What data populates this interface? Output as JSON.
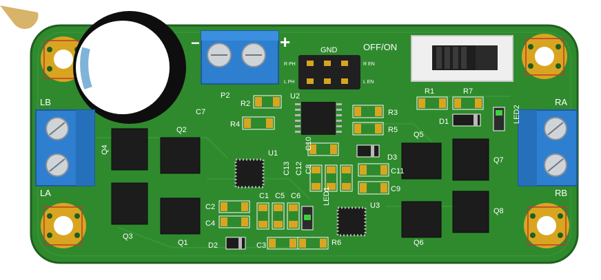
{
  "board": {
    "colors": {
      "pcb": "#2f8a2e",
      "pcb_dark": "#246f24",
      "pcb_edge": "#1f5f1f",
      "copper_gold": "#d9a520",
      "terminal_blue": "#2f7fd0",
      "ic_black": "#1c1c1c",
      "smd_pad": "#b8b8b8",
      "led_green": "#3cd23c"
    }
  },
  "labels": {
    "lb": "LB",
    "la": "LA",
    "ra": "RA",
    "rb": "RB",
    "minus": "−",
    "plus": "+",
    "gnd": "GND",
    "off_on": "OFF/ON",
    "p2": "P2",
    "u2": "U2",
    "u1": "U1",
    "u3": "U3",
    "c7": "C7",
    "r1": "R1",
    "r2": "R2",
    "r3": "R3",
    "r4": "R4",
    "r5": "R5",
    "r6": "R6",
    "r7": "R7",
    "d1": "D1",
    "d2": "D2",
    "d3": "D3",
    "led1": "LED1",
    "led2": "LED2",
    "q1": "Q1",
    "q2": "Q2",
    "q3": "Q3",
    "q4": "Q4",
    "q5": "Q5",
    "q6": "Q6",
    "q7": "Q7",
    "q8": "Q8",
    "c1": "C1",
    "c2": "C2",
    "c3": "C3",
    "c4": "C4",
    "c5": "C5",
    "c6": "C6",
    "c8": "C8",
    "c9": "C9",
    "c10": "C10",
    "c11": "C11",
    "c12": "C12",
    "c13": "C13",
    "rph": "R PH",
    "lph": "L PH",
    "ren": "R EN",
    "len": "L EN"
  }
}
